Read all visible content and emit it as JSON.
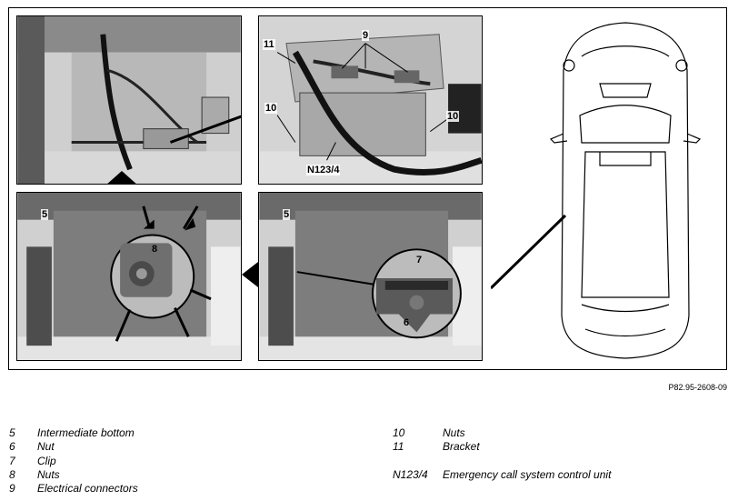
{
  "figure": {
    "reference": "P82.95-2608-09",
    "callouts": {
      "panel_a": [],
      "panel_b": [
        "9",
        "11",
        "10",
        "10",
        "N123/4"
      ],
      "panel_c": [
        "5",
        "8"
      ],
      "panel_d": [
        "5",
        "7",
        "6"
      ]
    }
  },
  "legend": {
    "left": [
      {
        "num": "5",
        "text": "Intermediate bottom"
      },
      {
        "num": "6",
        "text": "Nut"
      },
      {
        "num": "7",
        "text": "Clip"
      },
      {
        "num": "8",
        "text": "Nuts"
      },
      {
        "num": "9",
        "text": "Electrical connectors"
      }
    ],
    "right": [
      {
        "num": "10",
        "text": "Nuts"
      },
      {
        "num": "11",
        "text": "Bracket"
      },
      {
        "num": "",
        "text": ""
      },
      {
        "num": "N123/4",
        "text": "Emergency call system control unit"
      }
    ]
  }
}
